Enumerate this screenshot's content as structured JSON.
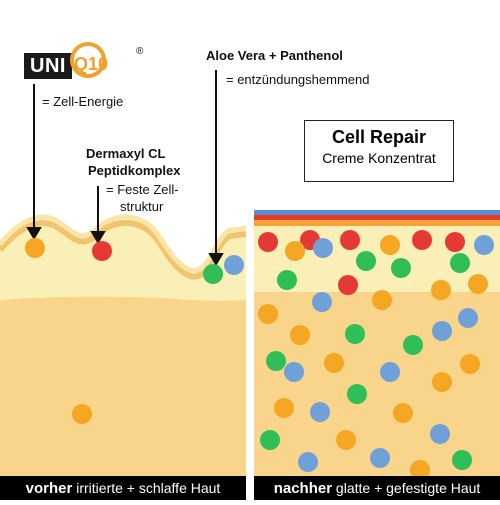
{
  "logo": {
    "box_text": "UNI",
    "circle_text": "Q10",
    "registered": "®"
  },
  "labels": {
    "zell_energie": "= Zell-Energie",
    "dermaxyl_line1": "Dermaxyl CL",
    "dermaxyl_line2": "Peptidkomplex",
    "feste_line1": "= Feste Zell-",
    "feste_line2": "struktur",
    "aloe": "Aloe Vera + Panthenol",
    "entzuendung": "= entzündungshemmend"
  },
  "product": {
    "title": "Cell Repair",
    "subtitle": "Creme Konzentrat"
  },
  "captions": {
    "before_bold": "vorher",
    "before_rest": " irritierte + schlaffe Haut",
    "after_bold": "nachher",
    "after_rest": " glatte + gefestigte Haut"
  },
  "colors": {
    "skin_deep": "#f8d58a",
    "skin_upper": "#fbefb8",
    "wave": "#f1c56d",
    "orange_dot": "#f5a623",
    "red_dot": "#e53935",
    "green_dot": "#2fbe58",
    "blue_dot": "#6fa0d8",
    "layer_blue": "#5b8fd4",
    "layer_red": "#e53b2c",
    "layer_orange": "#f6a23a"
  }
}
